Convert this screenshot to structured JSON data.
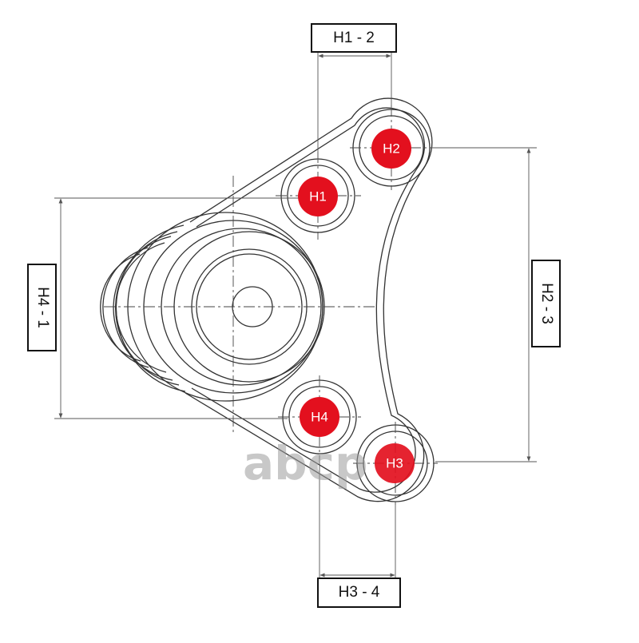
{
  "labels": {
    "h12": "H1 - 2",
    "h23": "H2 - 3",
    "h34": "H3 - 4",
    "h41": "H4 - 1"
  },
  "holes": {
    "h1": "H1",
    "h2": "H2",
    "h3": "H3",
    "h4": "H4"
  },
  "watermark": "abcp",
  "colors": {
    "hole_fill": "#e3101e",
    "line": "#333333",
    "dim_line": "#555555",
    "label_border": "#111111",
    "watermark": "#9c9c9c"
  }
}
